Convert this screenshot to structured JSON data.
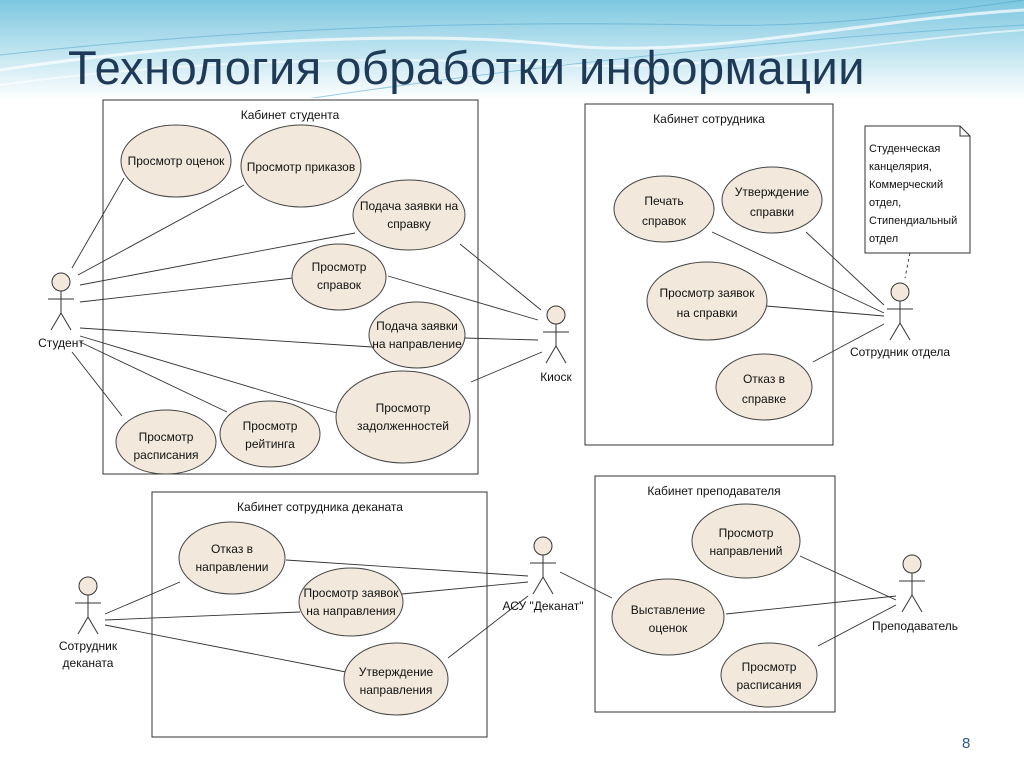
{
  "title": "Технология обработки информации",
  "slide_number": "8",
  "colors": {
    "accent": "#2f7fa8",
    "title": "#1f3a57",
    "usecase_fill": "#f2e9dc"
  },
  "boundaries": {
    "student": "Кабинет студента",
    "employee": "Кабинет сотрудника",
    "dean_employee": "Кабинет сотрудника деканата",
    "teacher": "Кабинет преподавателя"
  },
  "usecases": {
    "grades": [
      "Просмотр оценок"
    ],
    "orders": [
      "Просмотр приказов"
    ],
    "cert_request": [
      "Подача заявки на",
      "справку"
    ],
    "certs_view": [
      "Просмотр",
      "справок"
    ],
    "direction_request": [
      "Подача заявки",
      "на направление"
    ],
    "rating": [
      "Просмотр",
      "рейтинга"
    ],
    "debts": [
      "Просмотр",
      "задолженностей"
    ],
    "schedule_student": [
      "Просмотр",
      "расписания"
    ],
    "print_certs": [
      "Печать",
      "справок"
    ],
    "approve_certs": [
      "Утверждение",
      "справки"
    ],
    "view_cert_requests": [
      "Просмотр заявок",
      "на справки"
    ],
    "reject_cert": [
      "Отказ в",
      "справке"
    ],
    "reject_direction": [
      "Отказ в",
      "направлении"
    ],
    "view_direction_requests": [
      "Просмотр заявок",
      "на направления"
    ],
    "approve_direction": [
      "Утверждение",
      "направления"
    ],
    "view_directions": [
      "Просмотр",
      "направлений"
    ],
    "grading": [
      "Выставление",
      "оценок"
    ],
    "schedule_teacher": [
      "Просмотр",
      "расписания"
    ]
  },
  "actors": {
    "student": [
      "Студент"
    ],
    "kiosk": [
      "Киоск"
    ],
    "dept_employee": [
      "Сотрудник отдела"
    ],
    "dean_employee": [
      "Сотрудник",
      "деканата"
    ],
    "asu": [
      "АСУ \"Деканат\""
    ],
    "teacher": [
      "Преподаватель"
    ]
  },
  "note": [
    "Студенческая",
    "канцелярия,",
    "Коммерческий",
    "отдел,",
    "Стипендиальный",
    "отдел"
  ]
}
